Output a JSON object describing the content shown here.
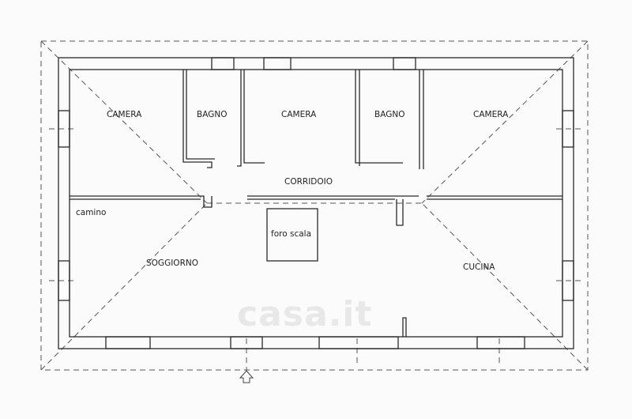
{
  "rooms": {
    "camera_left": "CAMERA",
    "bagno_left": "BAGNO",
    "camera_center": "CAMERA",
    "bagno_right": "BAGNO",
    "camera_right": "CAMERA",
    "corridoio": "CORRIDOIO",
    "camino": "camino",
    "foro_scala": "foro scala",
    "soggiorno": "SOGGIORNO",
    "cucina": "CUCINA"
  },
  "watermark": "casa.it",
  "colors": {
    "line": "#2a2a2a",
    "background": "#fbfbfb"
  }
}
